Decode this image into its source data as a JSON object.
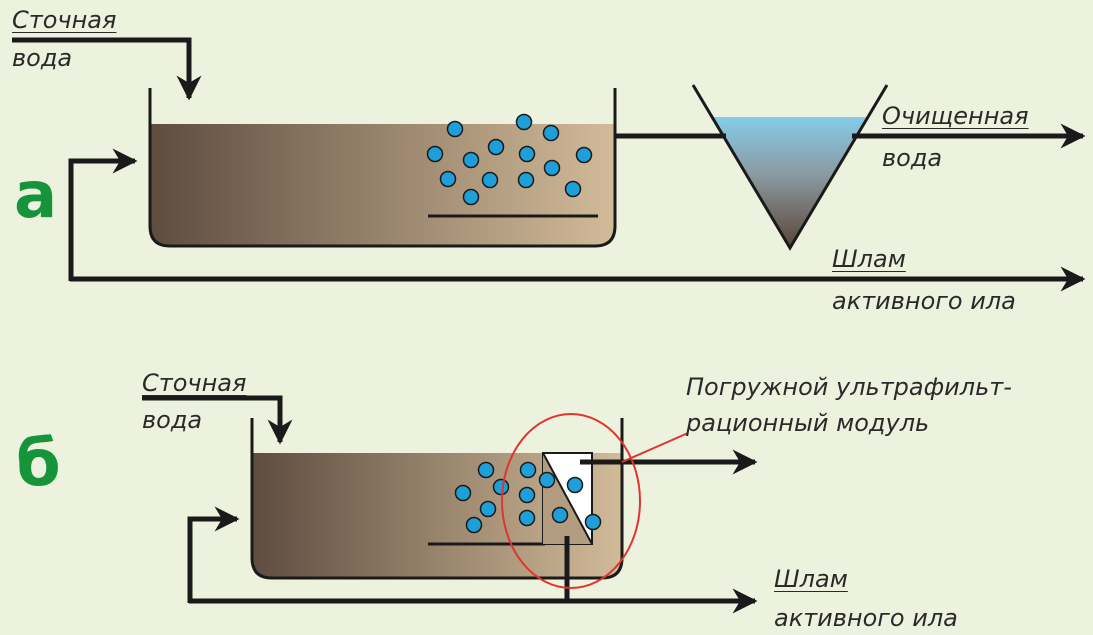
{
  "panel_a": {
    "letter": "а",
    "inflow_line1": "Сточная",
    "inflow_line2": "вода",
    "outflow_line1": "Очищенная",
    "outflow_line2": "вода",
    "sludge_line1": "Шлам",
    "sludge_line2": "активного ила"
  },
  "panel_b": {
    "letter": "б",
    "inflow_line1": "Сточная",
    "inflow_line2": "вода",
    "module_line1": "Погружной ультрафильт-",
    "module_line2": "рационный модуль",
    "sludge_line1": "Шлам",
    "sludge_line2": "активного ила"
  },
  "colors": {
    "background": "#edf2df",
    "sludge_dark": "#5e4c40",
    "sludge_light": "#d0b997",
    "bubble": "#1e9fd9",
    "clean_water": "#86cbe8",
    "pipe": "#1a1a1a",
    "highlight": "#e0342c",
    "letter": "#16943c"
  }
}
